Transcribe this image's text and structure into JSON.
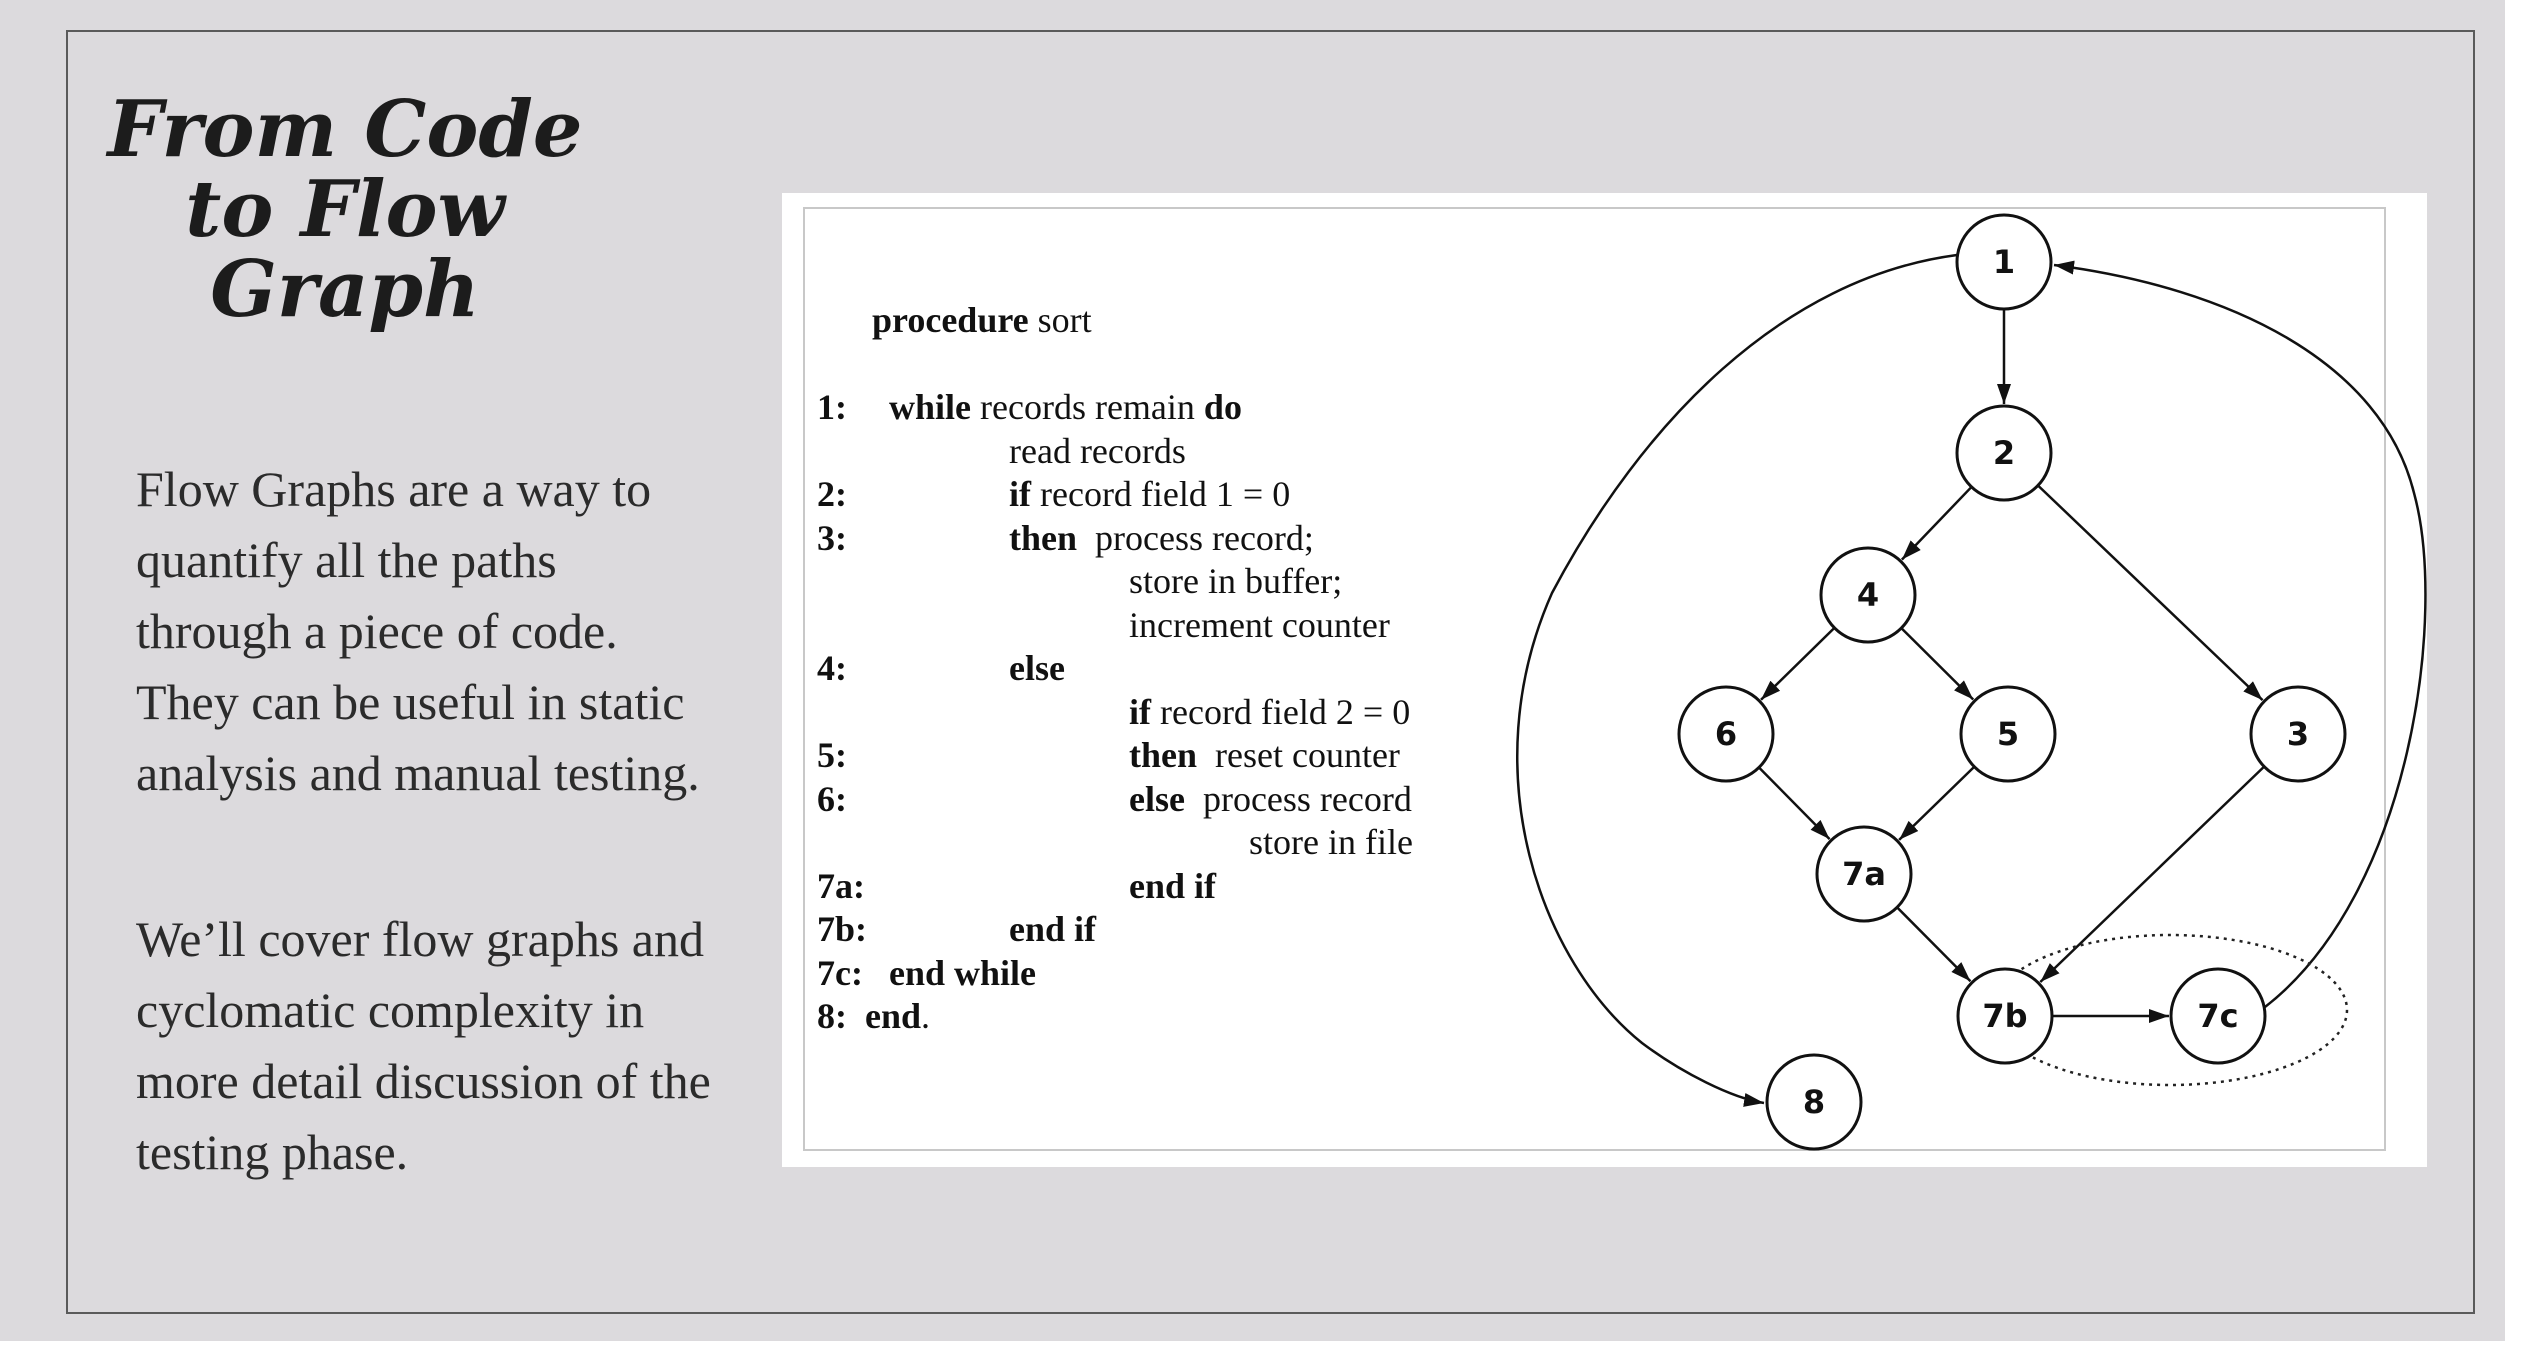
{
  "slide": {
    "title_lines": [
      "From Code",
      "to Flow",
      "Graph"
    ],
    "paragraphs": [
      "Flow Graphs are a way to quantify all the paths through a piece of code.  They can be useful in static analysis and manual testing.",
      "We’ll cover flow graphs and cyclomatic complexity in more detail discussion of the testing phase."
    ]
  },
  "code": {
    "header": {
      "kw": "procedure",
      "text": " sort"
    },
    "lines": [
      {
        "num": "1:",
        "indent": 1,
        "kw": "while",
        "text": " records remain ",
        "kw2": "do"
      },
      {
        "num": "",
        "indent": 2,
        "kw": "",
        "text": "read records"
      },
      {
        "num": "2:",
        "indent": 2,
        "kw": "if",
        "text": " record field 1 = 0"
      },
      {
        "num": "3:",
        "indent": 2,
        "kw": "then",
        "text": "  process record;"
      },
      {
        "num": "",
        "indent": 3,
        "kw": "",
        "text": "store in buffer;"
      },
      {
        "num": "",
        "indent": 3,
        "kw": "",
        "text": "increment counter"
      },
      {
        "num": "4:",
        "indent": 2,
        "kw": "else",
        "text": ""
      },
      {
        "num": "",
        "indent": 3,
        "kw": "if",
        "text": " record field 2 = 0"
      },
      {
        "num": "5:",
        "indent": 3,
        "kw": "then",
        "text": "  reset counter"
      },
      {
        "num": "6:",
        "indent": 3,
        "kw": "else",
        "text": "  process record"
      },
      {
        "num": "",
        "indent": 4,
        "kw": "",
        "text": "store in file"
      },
      {
        "num": "7a:",
        "indent": 3,
        "kw": "end if",
        "text": ""
      },
      {
        "num": "7b:",
        "indent": 2,
        "kw": "end if",
        "text": ""
      },
      {
        "num": "7c:",
        "indent": 1,
        "kw": "end while",
        "text": ""
      },
      {
        "num": "8:",
        "indent": 0.25,
        "kw": "end",
        "text": "."
      }
    ]
  },
  "graph": {
    "nodes": [
      "1",
      "2",
      "3",
      "4",
      "5",
      "6",
      "7a",
      "7b",
      "7c",
      "8"
    ],
    "edges": [
      [
        "1",
        "2"
      ],
      [
        "2",
        "4"
      ],
      [
        "2",
        "3"
      ],
      [
        "4",
        "6"
      ],
      [
        "4",
        "5"
      ],
      [
        "6",
        "7a"
      ],
      [
        "5",
        "7a"
      ],
      [
        "7a",
        "7b"
      ],
      [
        "3",
        "7b"
      ],
      [
        "7b",
        "7c"
      ],
      [
        "7c",
        "1"
      ],
      [
        "1",
        "8"
      ]
    ],
    "grouped_nodes": [
      "7b",
      "7c"
    ]
  }
}
